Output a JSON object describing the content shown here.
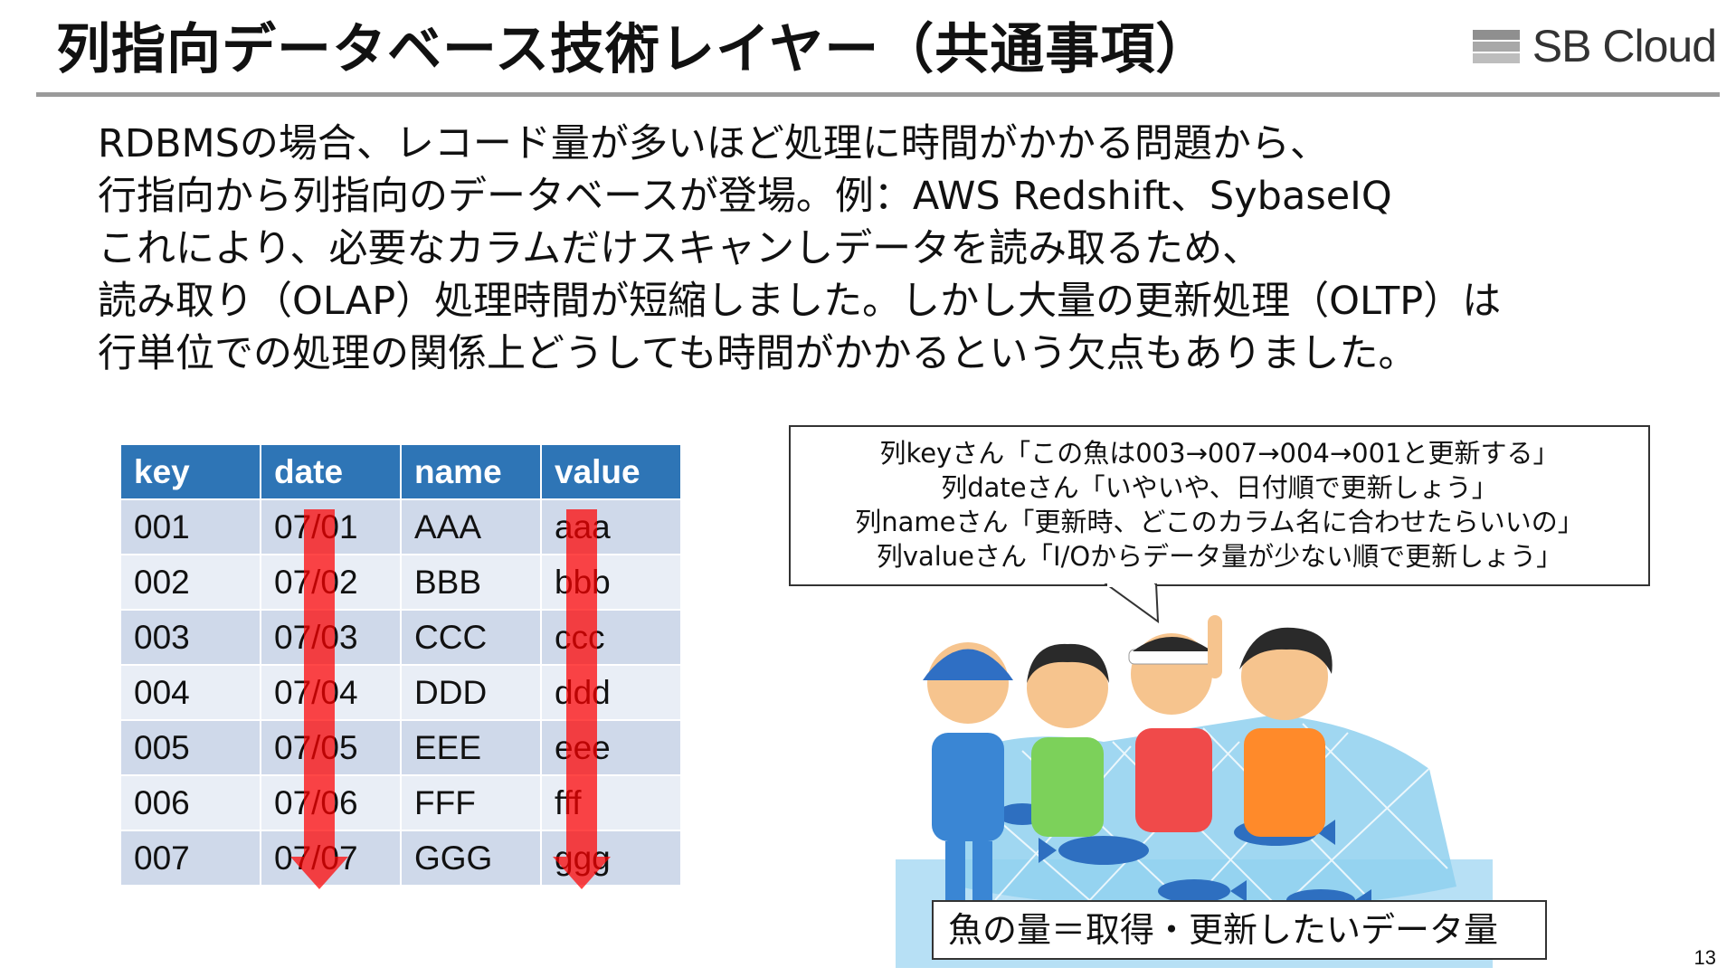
{
  "header": {
    "title": "列指向データベース技術レイヤー（共通事項）",
    "brand": "SB Cloud"
  },
  "body": {
    "lines": [
      "RDBMSの場合、レコード量が多いほど処理に時間がかかる問題から、",
      "行指向から列指向のデータベースが登場。例：AWS Redshift、SybaseIQ",
      "これにより、必要なカラムだけスキャンしデータを読み取るため、",
      "読み取り（OLAP）処理時間が短縮しました。しかし大量の更新処理（OLTP）は",
      "行単位での処理の関係上どうしても時間がかかるという欠点もありました。"
    ]
  },
  "table": {
    "headers": [
      "key",
      "date",
      "name",
      "value"
    ],
    "rows": [
      [
        "001",
        "07/01",
        "AAA",
        "aaa"
      ],
      [
        "002",
        "07/02",
        "BBB",
        "bbb"
      ],
      [
        "003",
        "07/03",
        "CCC",
        "ccc"
      ],
      [
        "004",
        "07/04",
        "DDD",
        "ddd"
      ],
      [
        "005",
        "07/05",
        "EEE",
        "eee"
      ],
      [
        "006",
        "07/06",
        "FFF",
        "fff"
      ],
      [
        "007",
        "07/07",
        "GGG",
        "ggg"
      ]
    ]
  },
  "bubble": {
    "lines": [
      "列keyさん「この魚は003→007→004→001と更新する」",
      "列dateさん「いやいや、日付順で更新しょう」",
      "列nameさん「更新時、どこのカラム名に合わせたらいいの」",
      "列valueさん「I/Oからデータ量が少ない順で更新しょう」"
    ]
  },
  "caption": "魚の量＝取得・更新したいデータ量",
  "page_number": "13",
  "colors": {
    "header_bg": "#2e75b6",
    "row_odd": "#cfd9ea",
    "row_even": "#e9eef6",
    "arrow": "#ff0000",
    "rule": "#9a9a9a"
  }
}
